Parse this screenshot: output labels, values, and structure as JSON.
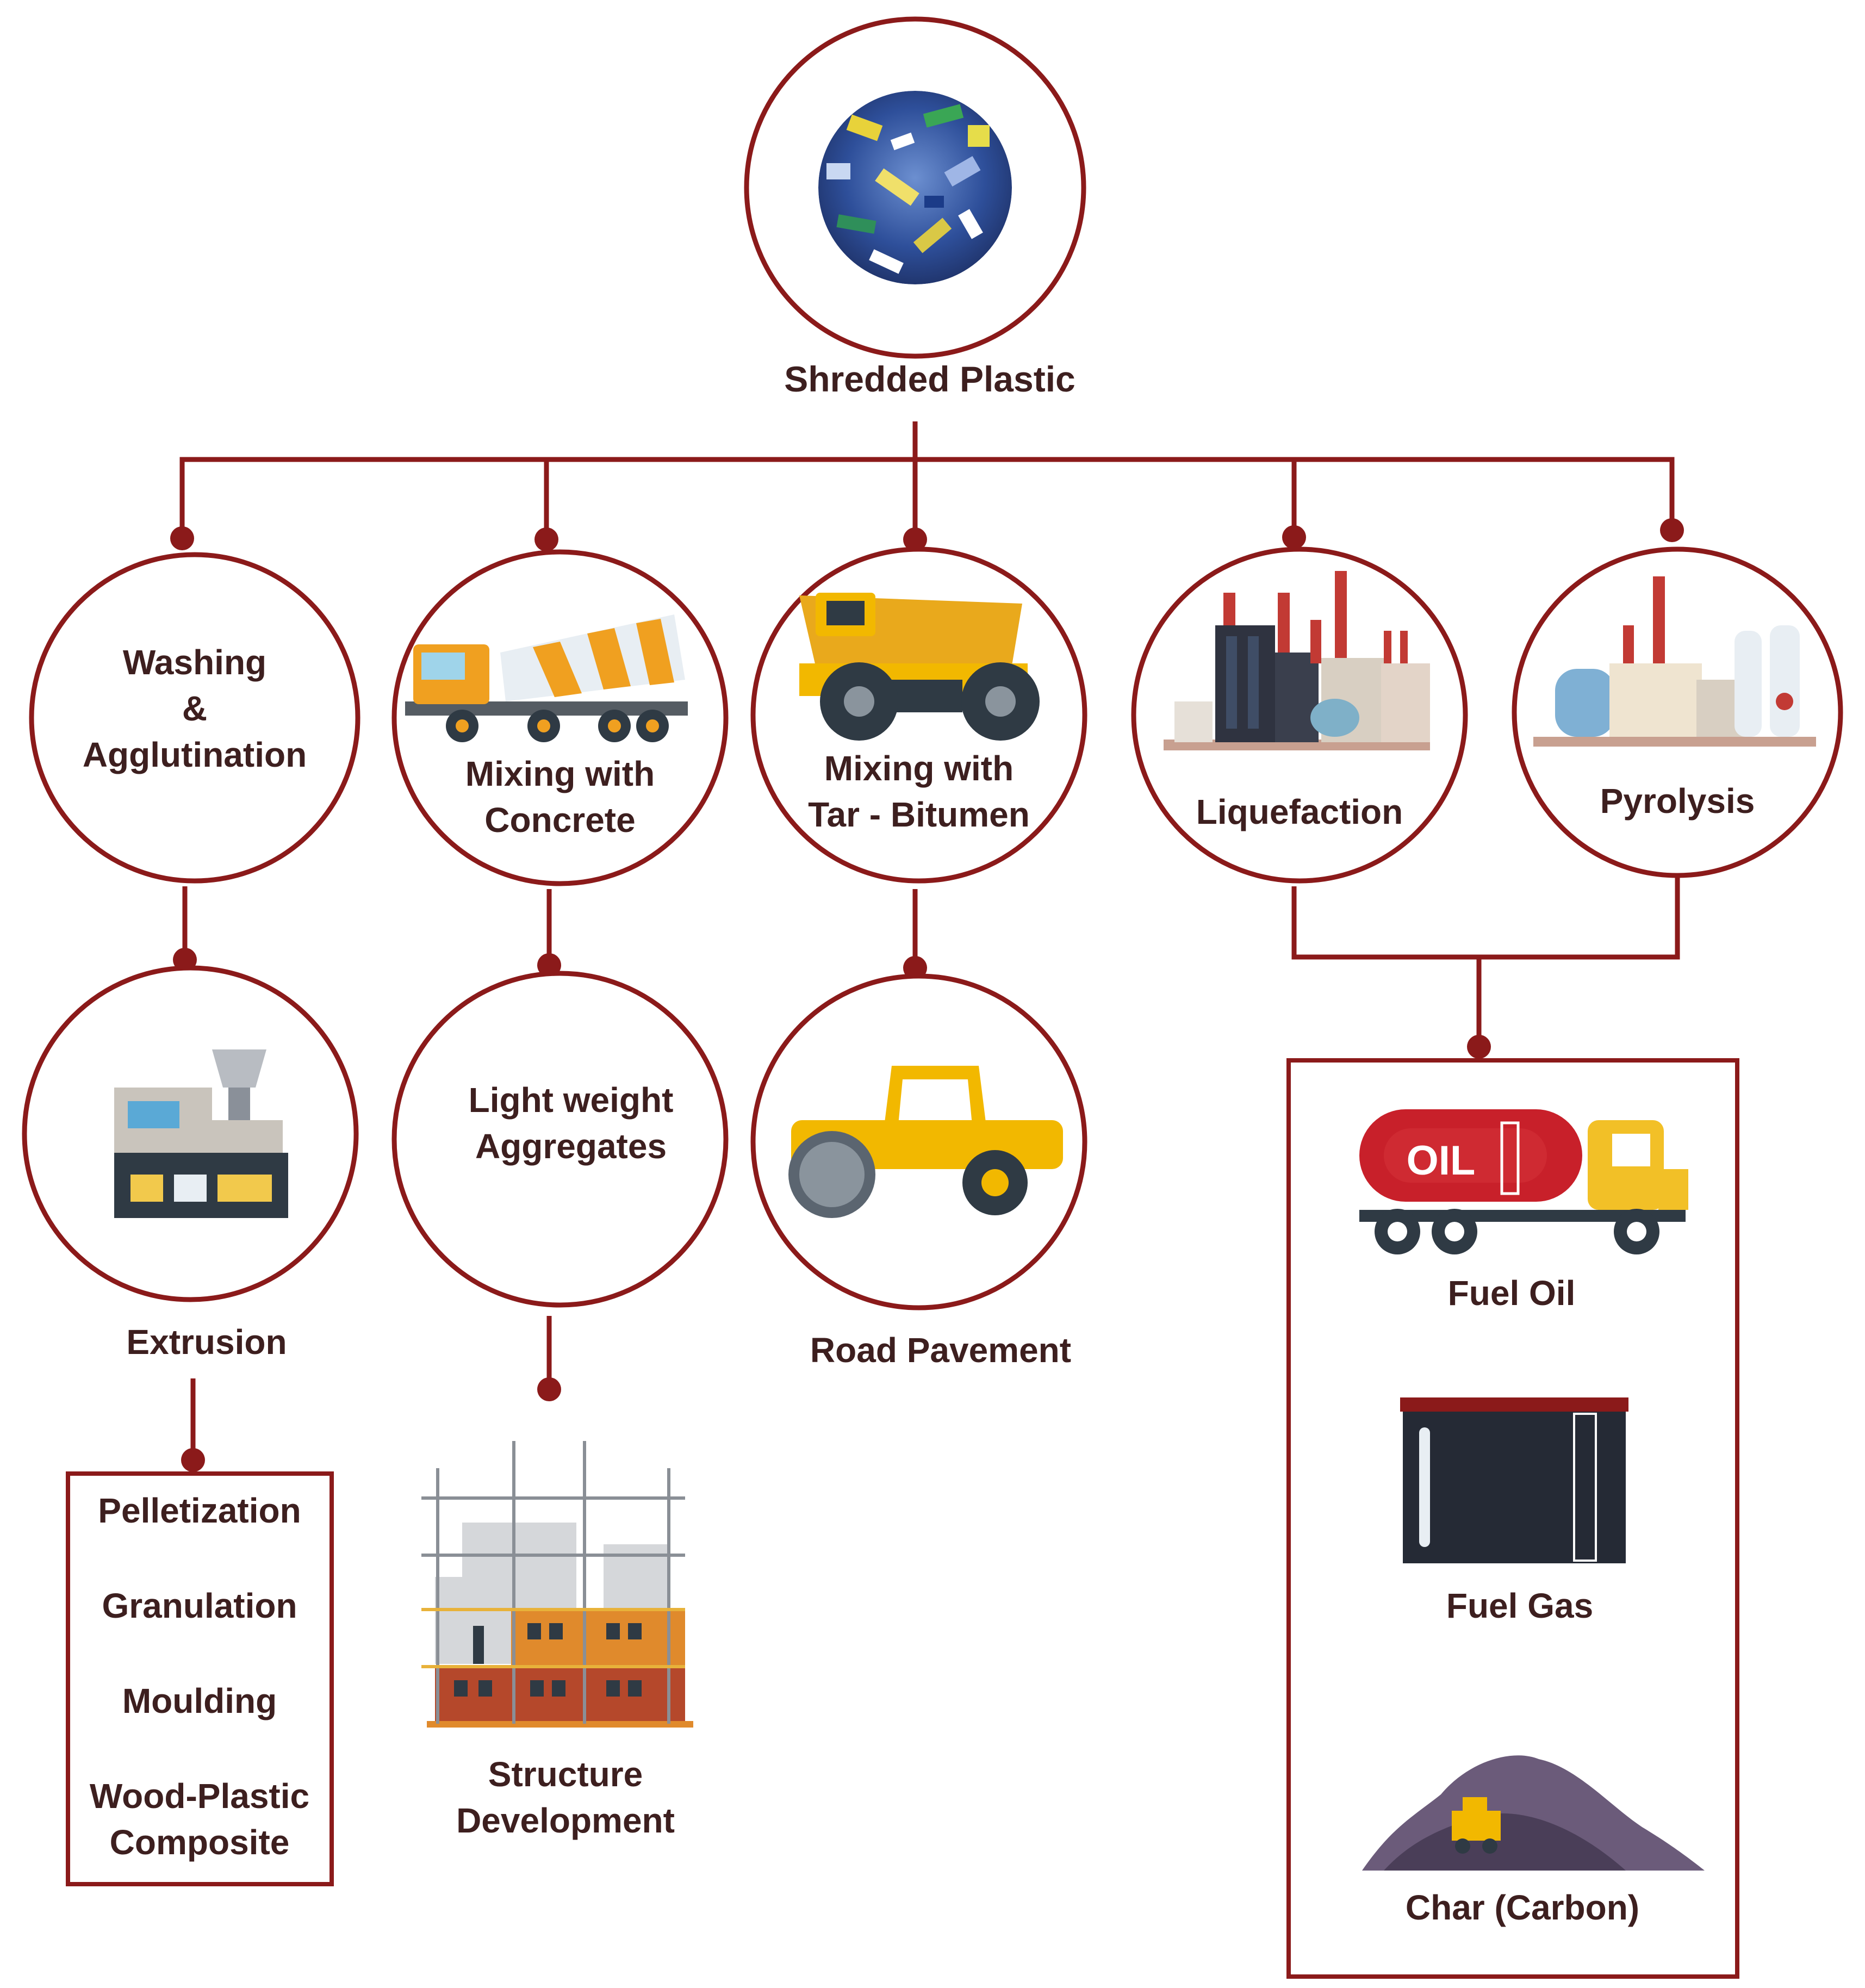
{
  "root": {
    "label": "Shredded Plastic"
  },
  "branches": {
    "washing": {
      "line1": "Washing",
      "line2": "&",
      "line3": "Agglutination"
    },
    "concrete": {
      "line1": "Mixing with",
      "line2": "Concrete"
    },
    "bitumen": {
      "line1": "Mixing with",
      "line2": "Tar - Bitumen"
    },
    "liquefaction": {
      "label": "Liquefaction"
    },
    "pyrolysis": {
      "label": "Pyrolysis"
    }
  },
  "second_level": {
    "extrusion": {
      "label": "Extrusion"
    },
    "aggregates": {
      "line1": "Light weight",
      "line2": "Aggregates"
    },
    "road": {
      "label": "Road Pavement"
    }
  },
  "extrusion_products": [
    "Pelletization",
    "Granulation",
    "Moulding",
    "Wood-Plastic",
    "Composite"
  ],
  "structure": {
    "line1": "Structure",
    "line2": "Development"
  },
  "fuel_products": {
    "fuel_oil": "Fuel Oil",
    "fuel_gas": "Fuel Gas",
    "char": "Char (Carbon)",
    "truck_tank_text": "OIL"
  },
  "colors": {
    "accent": "#8b1a1a",
    "label": "#3d1f1f",
    "orange": "#f0a020",
    "yellow": "#f2b800",
    "dark": "#2f3a44"
  }
}
